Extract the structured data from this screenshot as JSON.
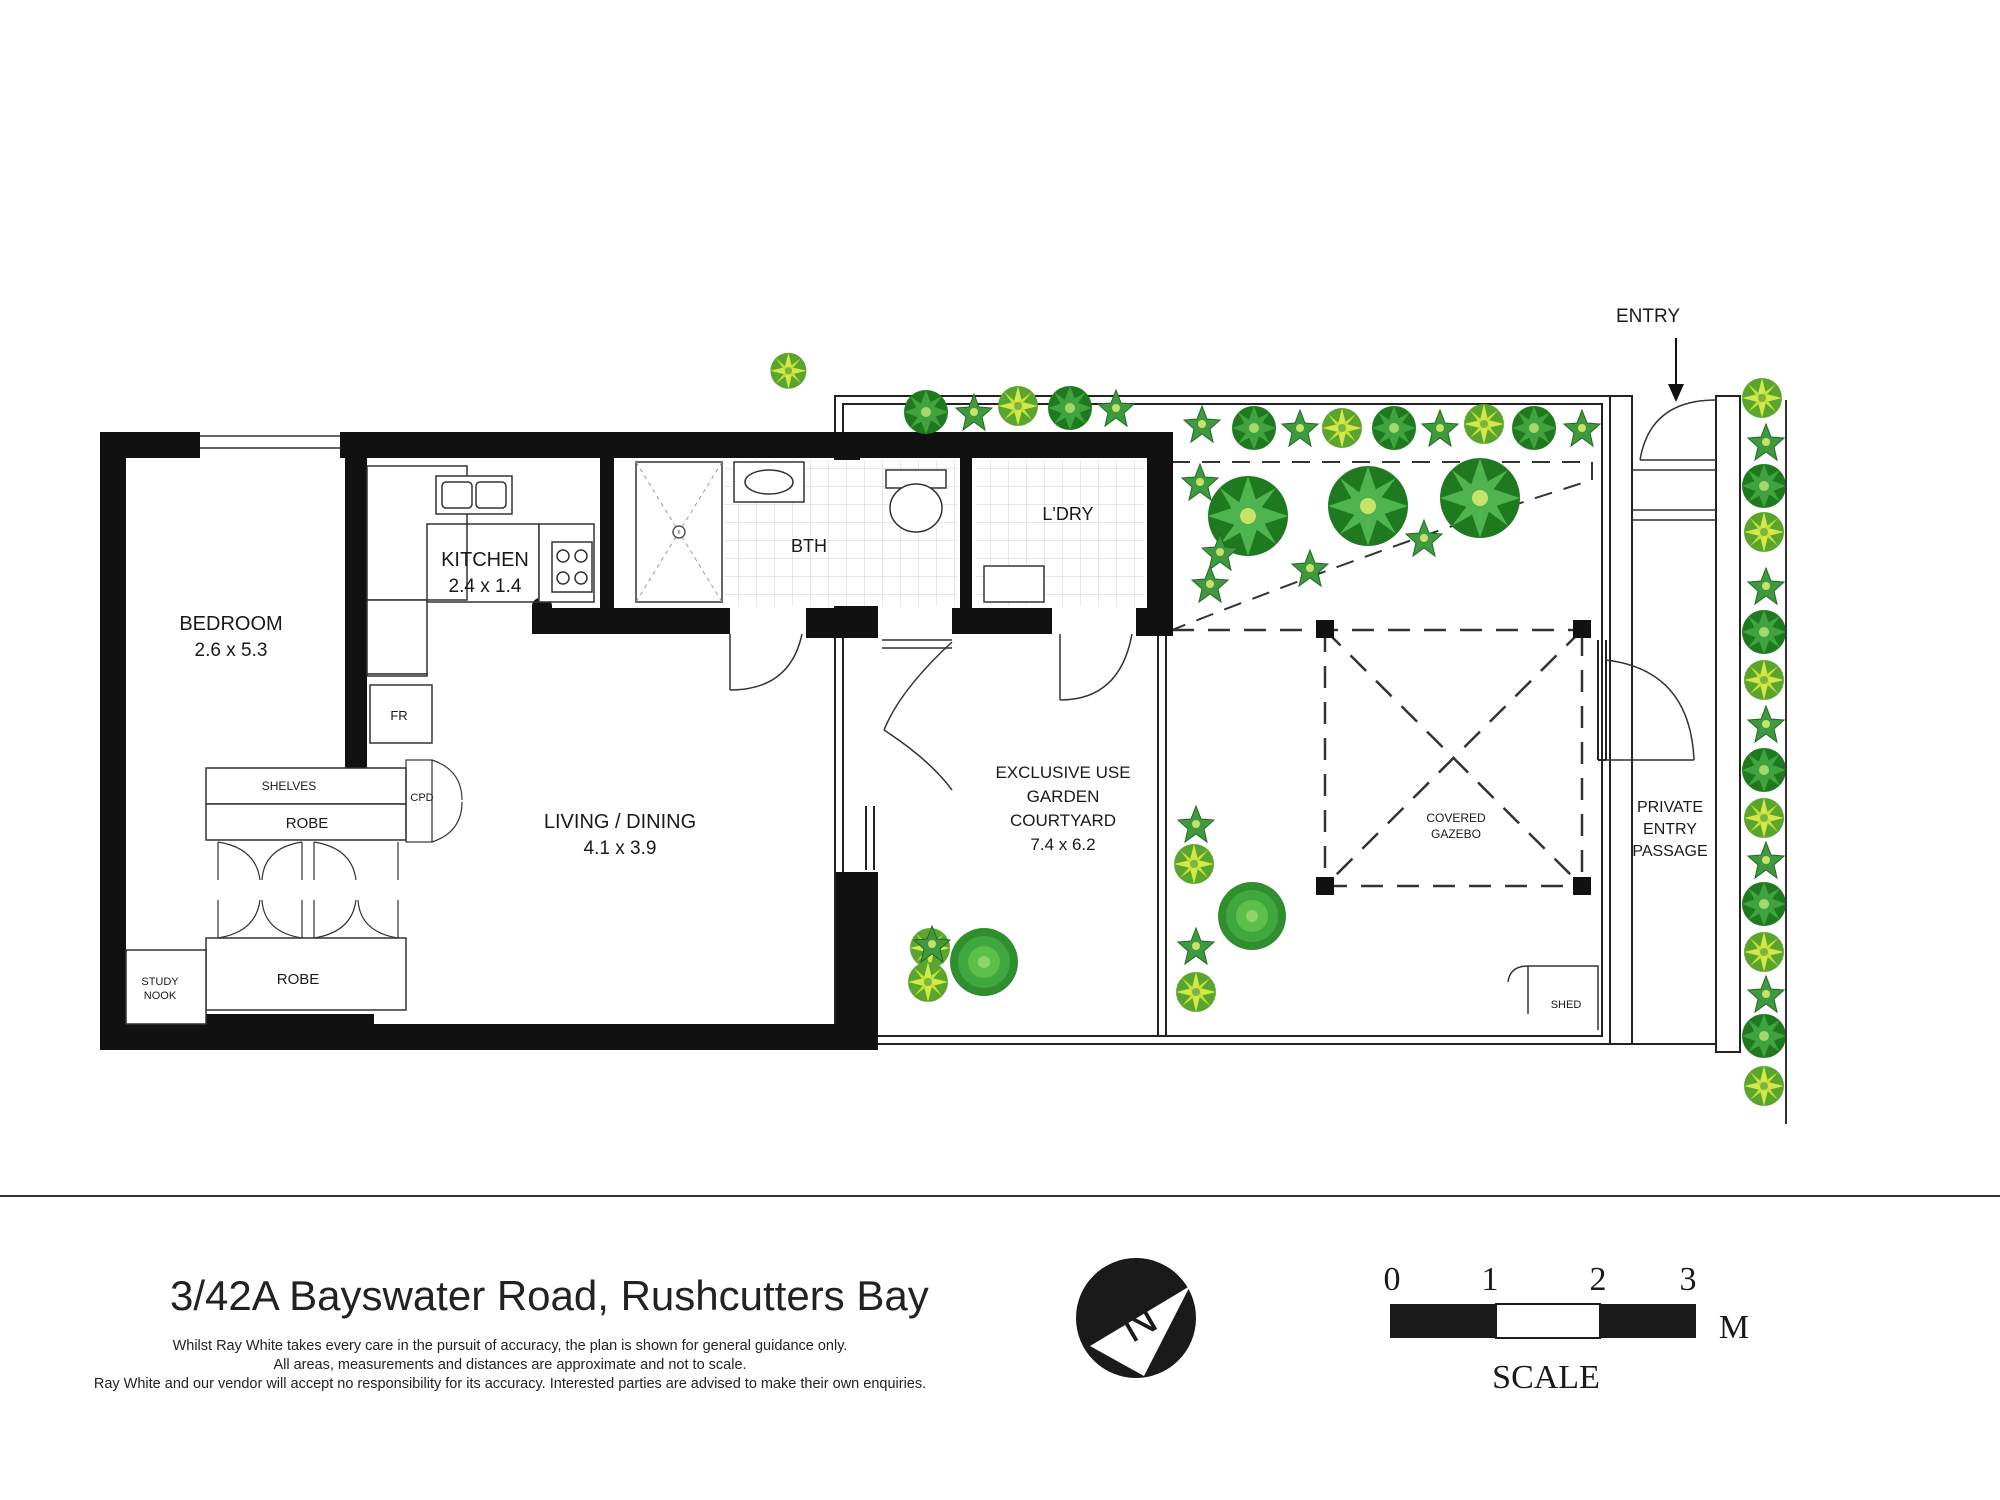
{
  "rooms": {
    "bedroom": {
      "name": "BEDROOM",
      "dims": "2.6 x 5.3"
    },
    "kitchen": {
      "name": "KITCHEN",
      "dims": "2.4 x 1.4"
    },
    "bath": {
      "name": "BTH"
    },
    "laundry": {
      "name": "L'DRY"
    },
    "living": {
      "name": "LIVING / DINING",
      "dims": "4.1 x 3.9"
    },
    "courtyard": {
      "line1": "EXCLUSIVE USE",
      "line2": "GARDEN",
      "line3": "COURTYARD",
      "dims": "7.4 x 6.2"
    },
    "gazebo": {
      "line1": "COVERED",
      "line2": "GAZEBO"
    },
    "passage": {
      "line1": "PRIVATE",
      "line2": "ENTRY",
      "line3": "PASSAGE"
    }
  },
  "fixtures": {
    "fridge": "FR",
    "shelves": "SHELVES",
    "robe1": "ROBE",
    "robe2": "ROBE",
    "cupboard": "CPD",
    "study_line1": "STUDY",
    "study_line2": "NOOK",
    "shed": "SHED"
  },
  "entry_label": "ENTRY",
  "footer": {
    "address": "3/42A Bayswater Road, Rushcutters Bay",
    "disclaimer": [
      "Whilst Ray White takes every care in the pursuit of accuracy, the plan is shown for general guidance only.",
      "All areas, measurements and distances are approximate and not to scale.",
      "Ray White and our vendor will accept no responsibility for its accuracy. Interested parties are advised to make their own enquiries."
    ],
    "north_letter": "N",
    "scale": {
      "ticks": [
        "0",
        "1",
        "2",
        "3"
      ],
      "unit": "M",
      "label": "SCALE"
    }
  },
  "colors": {
    "wall": "#111111",
    "plant_dark": "#2e8b2e",
    "plant_light": "#8cc63f",
    "tile": "#cfcfcf"
  },
  "icons": [
    "north-arrow-icon",
    "sink-icon",
    "cooktop-icon",
    "toilet-icon",
    "basin-icon",
    "shower-icon",
    "plant-icon",
    "entry-arrow-icon"
  ]
}
